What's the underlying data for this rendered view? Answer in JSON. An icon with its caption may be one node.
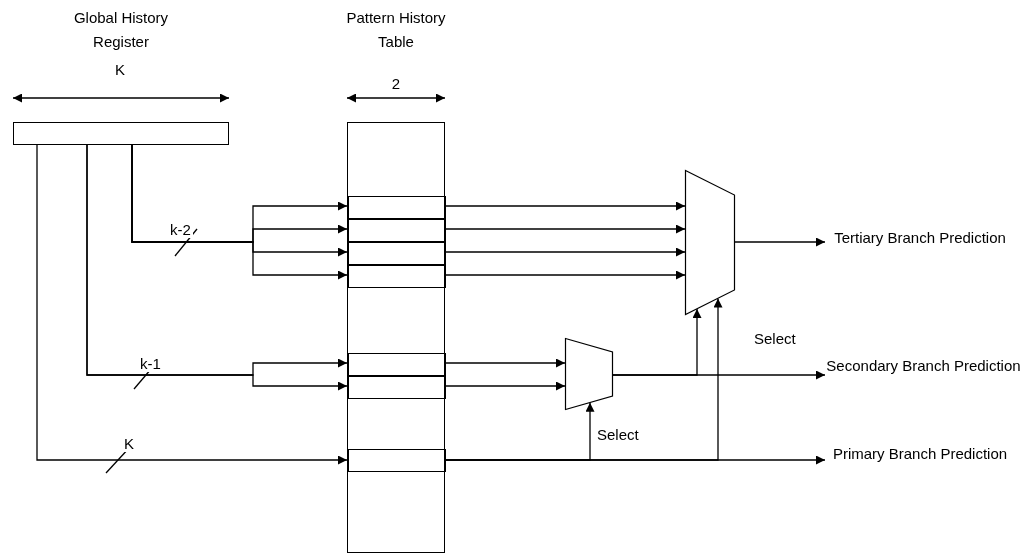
{
  "diagram": {
    "nodes": [
      {
        "text": [
          "Global History Register"
        ]
      },
      {
        "text": [
          "Pattern History Table"
        ]
      },
      {
        "text": [],
        "shape": "box",
        "in": 1
      },
      {
        "text": [],
        "shape": "box",
        "in": 1
      },
      {
        "text": [],
        "shape": "box",
        "in": 1
      },
      {
        "text": [],
        "shape": "box",
        "in": 1
      },
      {
        "text": [],
        "shape": "box",
        "in": 1
      },
      {
        "text": [],
        "shape": "box",
        "in": 1
      },
      {
        "text": [],
        "shape": "box",
        "in": 1
      },
      {
        "text": [],
        "shape": "trapezoid"
      },
      {
        "text": [],
        "shape": "trapezoid"
      },
      {
        "text": [
          "Tertiary Branch Prediction"
        ]
      },
      {
        "text": [
          "Secondary Branch Prediction"
        ]
      },
      {
        "text": [
          "Primary Branch Prediction"
        ]
      }
    ],
    "edges": [
      {
        "from": 0,
        "to": 2,
        "arrow": "to",
        "label": "k-2"
      },
      {
        "from": 0,
        "to": 3,
        "arrow": "to"
      },
      {
        "from": 0,
        "to": 4,
        "arrow": "to"
      },
      {
        "from": 0,
        "to": 5,
        "arrow": "to"
      },
      {
        "from": 0,
        "to": 6,
        "arrow": "to",
        "label": "k-1"
      },
      {
        "from": 0,
        "to": 7,
        "arrow": "to"
      },
      {
        "from": 0,
        "to": 8,
        "arrow": "to",
        "label": "K"
      },
      {
        "from": 2,
        "to": 9,
        "arrow": "to"
      },
      {
        "from": 3,
        "to": 9,
        "arrow": "to"
      },
      {
        "from": 4,
        "to": 9,
        "arrow": "to"
      },
      {
        "from": 5,
        "to": 9,
        "arrow": "to"
      },
      {
        "from": 6,
        "to": 10,
        "arrow": "to"
      },
      {
        "from": 7,
        "to": 10,
        "arrow": "to"
      },
      {
        "from": 9,
        "to": 11,
        "arrow": "to"
      },
      {
        "from": 10,
        "to": 12,
        "arrow": "to"
      },
      {
        "from": 10,
        "to": 9,
        "arrow": "to"
      },
      {
        "from": 8,
        "to": 13,
        "arrow": "to"
      },
      {
        "from": 8,
        "to": 10,
        "arrow": "to",
        "label": "Select"
      },
      {
        "from": 8,
        "to": 9,
        "arrow": "to",
        "label": "Select"
      }
    ],
    "labels": [
      "K",
      "2"
    ]
  }
}
